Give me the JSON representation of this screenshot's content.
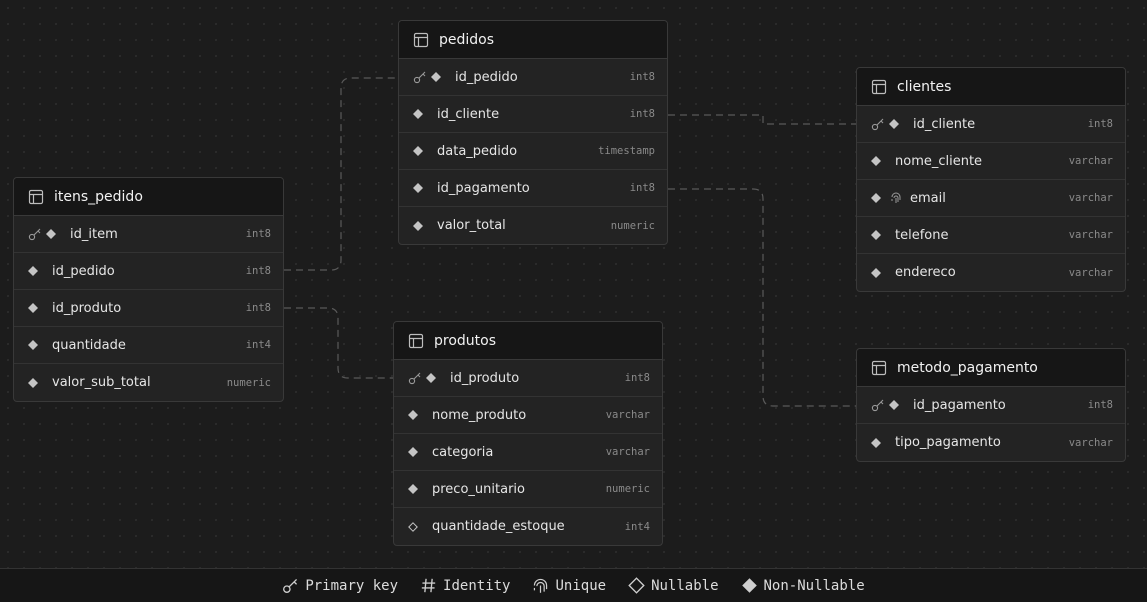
{
  "tables": [
    {
      "id": "pedidos",
      "name": "pedidos",
      "columns": [
        {
          "name": "id_pedido",
          "type": "int8",
          "pk": true,
          "nullable": false,
          "unique": false
        },
        {
          "name": "id_cliente",
          "type": "int8",
          "pk": false,
          "nullable": false,
          "unique": false
        },
        {
          "name": "data_pedido",
          "type": "timestamp",
          "pk": false,
          "nullable": false,
          "unique": false
        },
        {
          "name": "id_pagamento",
          "type": "int8",
          "pk": false,
          "nullable": false,
          "unique": false
        },
        {
          "name": "valor_total",
          "type": "numeric",
          "pk": false,
          "nullable": false,
          "unique": false
        }
      ]
    },
    {
      "id": "clientes",
      "name": "clientes",
      "columns": [
        {
          "name": "id_cliente",
          "type": "int8",
          "pk": true,
          "nullable": false,
          "unique": false
        },
        {
          "name": "nome_cliente",
          "type": "varchar",
          "pk": false,
          "nullable": false,
          "unique": false
        },
        {
          "name": "email",
          "type": "varchar",
          "pk": false,
          "nullable": false,
          "unique": true
        },
        {
          "name": "telefone",
          "type": "varchar",
          "pk": false,
          "nullable": false,
          "unique": false
        },
        {
          "name": "endereco",
          "type": "varchar",
          "pk": false,
          "nullable": false,
          "unique": false
        }
      ]
    },
    {
      "id": "itens_pedido",
      "name": "itens_pedido",
      "columns": [
        {
          "name": "id_item",
          "type": "int8",
          "pk": true,
          "nullable": false,
          "unique": false
        },
        {
          "name": "id_pedido",
          "type": "int8",
          "pk": false,
          "nullable": false,
          "unique": false
        },
        {
          "name": "id_produto",
          "type": "int8",
          "pk": false,
          "nullable": false,
          "unique": false
        },
        {
          "name": "quantidade",
          "type": "int4",
          "pk": false,
          "nullable": false,
          "unique": false
        },
        {
          "name": "valor_sub_total",
          "type": "numeric",
          "pk": false,
          "nullable": false,
          "unique": false
        }
      ]
    },
    {
      "id": "produtos",
      "name": "produtos",
      "columns": [
        {
          "name": "id_produto",
          "type": "int8",
          "pk": true,
          "nullable": false,
          "unique": false
        },
        {
          "name": "nome_produto",
          "type": "varchar",
          "pk": false,
          "nullable": false,
          "unique": false
        },
        {
          "name": "categoria",
          "type": "varchar",
          "pk": false,
          "nullable": false,
          "unique": false
        },
        {
          "name": "preco_unitario",
          "type": "numeric",
          "pk": false,
          "nullable": false,
          "unique": false
        },
        {
          "name": "quantidade_estoque",
          "type": "int4",
          "pk": false,
          "nullable": true,
          "unique": false
        }
      ]
    },
    {
      "id": "metodo_pagamento",
      "name": "metodo_pagamento",
      "columns": [
        {
          "name": "id_pagamento",
          "type": "int8",
          "pk": true,
          "nullable": false,
          "unique": false
        },
        {
          "name": "tipo_pagamento",
          "type": "varchar",
          "pk": false,
          "nullable": false,
          "unique": false
        }
      ]
    }
  ],
  "relations": [
    {
      "from": "itens_pedido.id_pedido",
      "to": "pedidos.id_pedido"
    },
    {
      "from": "itens_pedido.id_produto",
      "to": "produtos.id_produto"
    },
    {
      "from": "pedidos.id_cliente",
      "to": "clientes.id_cliente"
    },
    {
      "from": "pedidos.id_pagamento",
      "to": "metodo_pagamento.id_pagamento"
    }
  ],
  "legend": {
    "primary_key": "Primary key",
    "identity": "Identity",
    "unique": "Unique",
    "nullable": "Nullable",
    "non_nullable": "Non-Nullable"
  }
}
